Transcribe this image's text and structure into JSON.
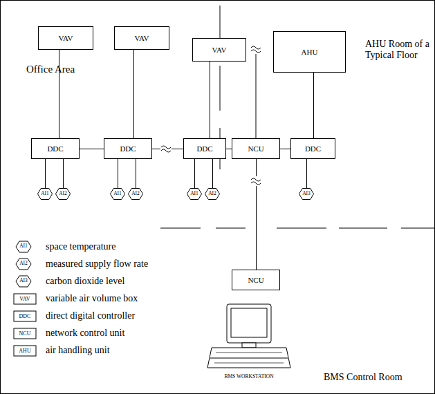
{
  "diagram": {
    "nodes": [
      {
        "text": [
          "VAV"
        ]
      },
      {
        "text": [
          "VAV"
        ]
      },
      {
        "text": [
          "VAV"
        ]
      },
      {
        "text": [
          "AHU"
        ]
      },
      {
        "text": [
          "DDC"
        ]
      },
      {
        "text": [
          "DDC"
        ]
      },
      {
        "text": [
          "DDC"
        ]
      },
      {
        "text": [
          "NCU"
        ]
      },
      {
        "text": [
          "DDC"
        ]
      },
      {
        "text": [
          "AI1"
        ]
      },
      {
        "text": [
          "AI2"
        ]
      },
      {
        "text": [
          "AI1"
        ]
      },
      {
        "text": [
          "AI2"
        ]
      },
      {
        "text": [
          "AI1"
        ]
      },
      {
        "text": [
          "AI2"
        ]
      },
      {
        "text": [
          "AI3"
        ]
      },
      {
        "text": [
          "NCU"
        ]
      }
    ],
    "edges": [
      {
        "from": 0,
        "to": 4,
        "arrow": "none"
      },
      {
        "from": 1,
        "to": 5,
        "arrow": "none"
      },
      {
        "from": 2,
        "to": 6,
        "arrow": "none"
      },
      {
        "from": 3,
        "to": 8,
        "arrow": "none"
      },
      {
        "from": 4,
        "to": 5,
        "arrow": "none"
      },
      {
        "from": 5,
        "to": 6,
        "arrow": "none"
      },
      {
        "from": 6,
        "to": 7,
        "arrow": "none"
      },
      {
        "from": 8,
        "to": 7,
        "arrow": "none"
      },
      {
        "from": 4,
        "to": 9,
        "arrow": "none"
      },
      {
        "from": 4,
        "to": 10,
        "arrow": "none"
      },
      {
        "from": 5,
        "to": 11,
        "arrow": "none"
      },
      {
        "from": 5,
        "to": 12,
        "arrow": "none"
      },
      {
        "from": 6,
        "to": 13,
        "arrow": "none"
      },
      {
        "from": 6,
        "to": 14,
        "arrow": "none"
      },
      {
        "from": 8,
        "to": 15,
        "arrow": "none"
      },
      {
        "from": 7,
        "to": 16,
        "arrow": "none"
      }
    ],
    "labels": [
      "Office Area",
      "AHU Room of a Typical Floor",
      "BMS WORKSTATION",
      "BMS Control Room",
      "AI1",
      "AI2",
      "AI3",
      "VAV",
      "DDC",
      "NCU",
      "AHU"
    ],
    "legend": [
      {
        "text": "space temperature"
      },
      {
        "text": "measured supply flow rate"
      },
      {
        "text": "carbon dioxide level"
      },
      {
        "text": "variable air volume box"
      },
      {
        "text": "direct digital controller"
      },
      {
        "text": "network control unit"
      },
      {
        "text": "air handling unit"
      }
    ]
  }
}
